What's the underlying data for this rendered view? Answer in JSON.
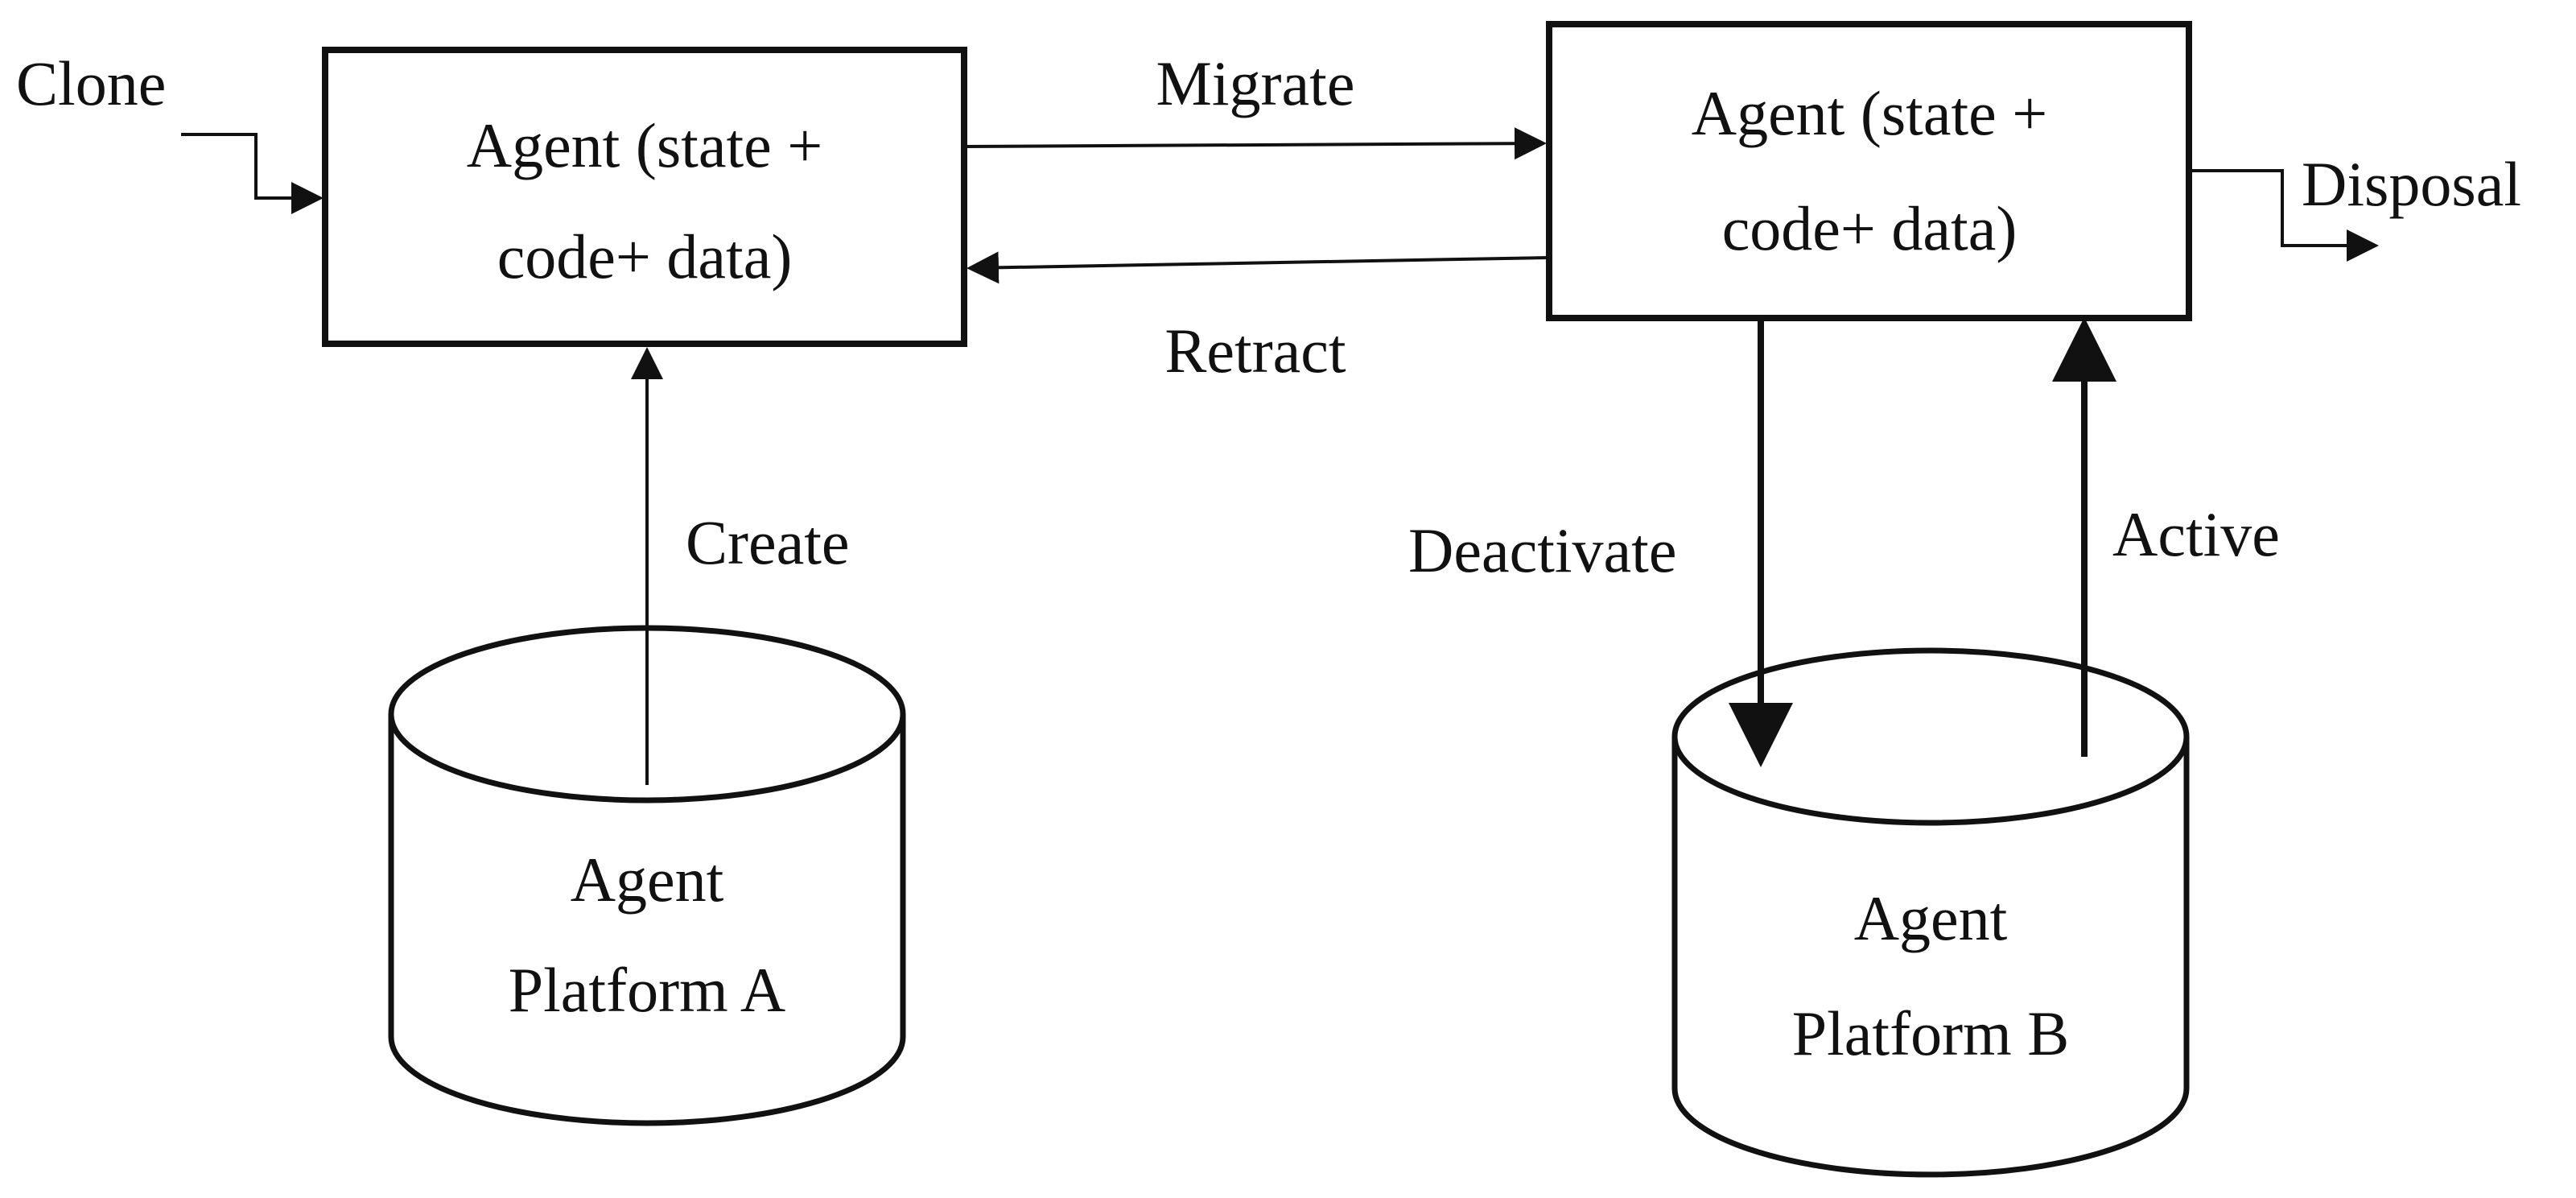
{
  "boxes": {
    "left": {
      "line1": "Agent (state +",
      "line2": "code+ data)"
    },
    "right": {
      "line1": "Agent (state +",
      "line2": "code+ data)"
    }
  },
  "platforms": {
    "a": {
      "line1": "Agent",
      "line2": "Platform A"
    },
    "b": {
      "line1": "Agent",
      "line2": "Platform B"
    }
  },
  "edges": {
    "clone": "Clone",
    "migrate": "Migrate",
    "retract": "Retract",
    "create": "Create",
    "disposal": "Disposal",
    "deactivate": "Deactivate",
    "active": "Active"
  }
}
